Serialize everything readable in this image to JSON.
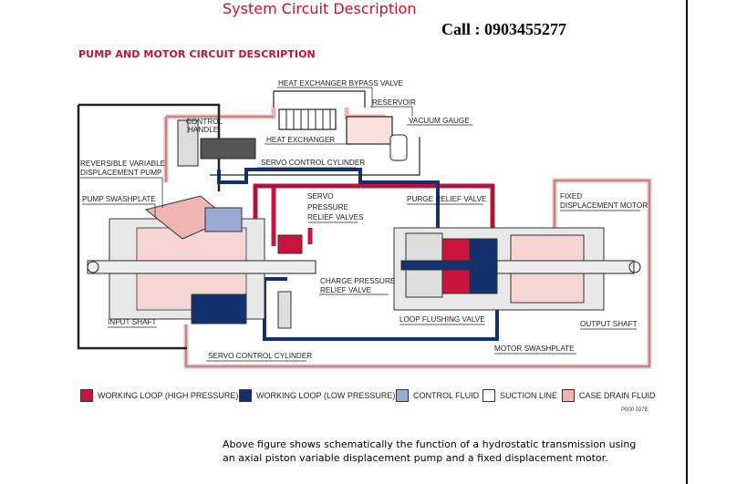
{
  "page_title": "System Circuit Description",
  "phone": "Call : 0903455277",
  "section_title": "PUMP AND MOTOR CIRCUIT DESCRIPTION",
  "labels": {
    "heat_exchanger_bypass_valve": "HEAT EXCHANGER BYPASS VALVE",
    "reservoir": "RESERVOIR",
    "vacuum_gauge": "VACUUM GAUGE",
    "control": "CONTROL",
    "handle": "HANDLE",
    "heat_exchanger": "HEAT EXCHANGER",
    "reversible_variable": "REVERSIBLE VARIABLE",
    "displacement_pump": "DISPLACEMENT PUMP",
    "servo_control_cylinder_top": "SERVO CONTROL CYLINDER",
    "pump_swashplate": "PUMP SWASHPLATE",
    "servo": "SERVO",
    "pressure": "PRESSURE",
    "relief_valves": "RELIEF VALVES",
    "purge_relief_valve": "PURGE RELIEF VALVE",
    "fixed": "FIXED",
    "displacement_motor": "DISPLACEMENT MOTOR",
    "charge_pressure": "CHARGE PRESSURE",
    "relief_valve": "RELIEF VALVE",
    "loop_flushing_valve": "LOOP FLUSHING VALVE",
    "input_shaft": "INPUT SHAFT",
    "output_shaft": "OUTPUT SHAFT",
    "motor_swashplate": "MOTOR SWASHPLATE",
    "servo_control_cylinder_bottom": "SERVO CONTROL CYLINDER"
  },
  "legend": [
    {
      "label": "WORKING LOOP (HIGH PRESSURE)",
      "color": "#c8143c"
    },
    {
      "label": "WORKING LOOP (LOW PRESSURE)",
      "color": "#14306e"
    },
    {
      "label": "CONTROL FLUID",
      "color": "#9aaad2"
    },
    {
      "label": "SUCTION LINE",
      "color": "#ffffff"
    },
    {
      "label": "CASE DRAIN FLUID",
      "color": "#f0b4b4"
    }
  ],
  "figure_ref": "P000 027E",
  "caption": "Above figure shows schematically the function of a hydrostatic transmission using an axial piston variable displacement pump and a fixed displacement motor."
}
